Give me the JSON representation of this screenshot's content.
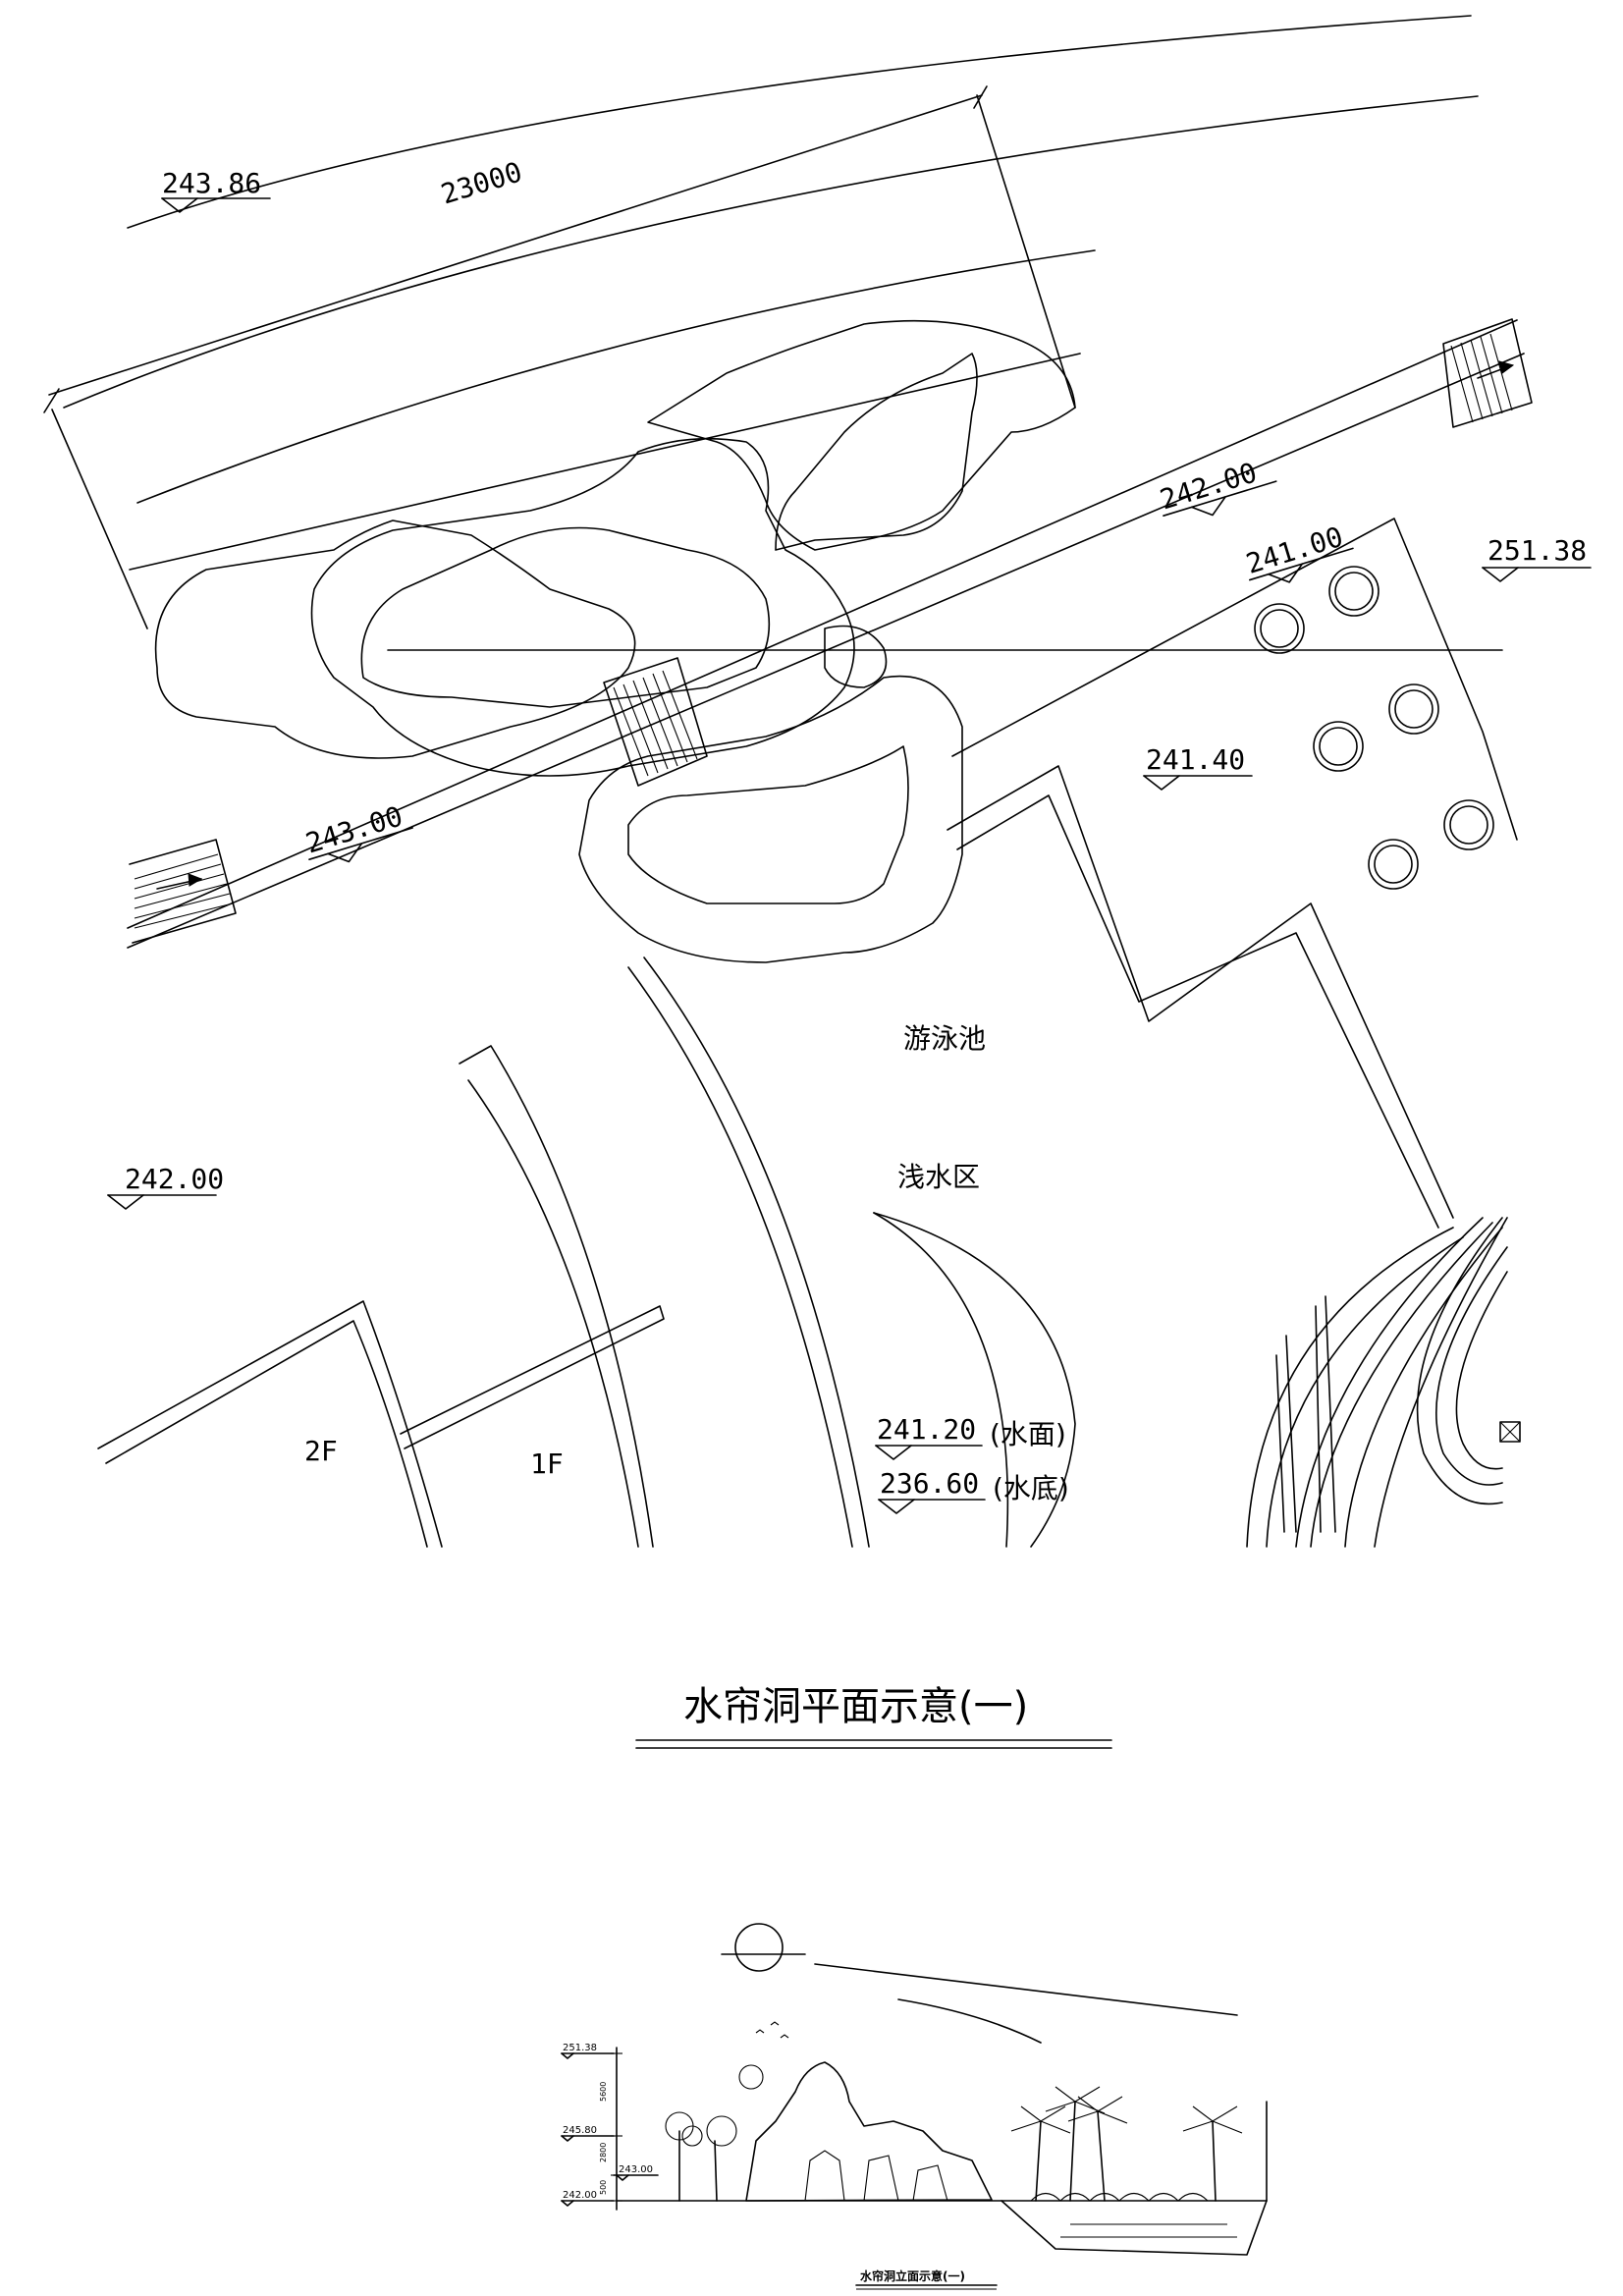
{
  "plan": {
    "dimension": "23000",
    "elevations": {
      "e24386": "243.86",
      "e24200_top": "242.00",
      "e25138": "251.38",
      "e24100": "241.00",
      "e24140": "241.40",
      "e24300": "243.00",
      "e24200_left": "242.00",
      "e24120": "241.20",
      "e23660": "236.60"
    },
    "water_surface": "(水面)",
    "water_bottom": "(水底)",
    "pool": "游泳池",
    "shallow": "浅水区",
    "floor_2f": "2F",
    "floor_1f": "1F",
    "title": "水帘洞平面示意(一)"
  },
  "elevation": {
    "levels": {
      "l25138": "251.38",
      "l24580": "245.80",
      "l24300": "243.00",
      "l24200": "242.00"
    },
    "dims": {
      "d5600": "5600",
      "d2800": "2800",
      "d500": "500"
    },
    "title": "水帘洞立面示意(一)"
  }
}
